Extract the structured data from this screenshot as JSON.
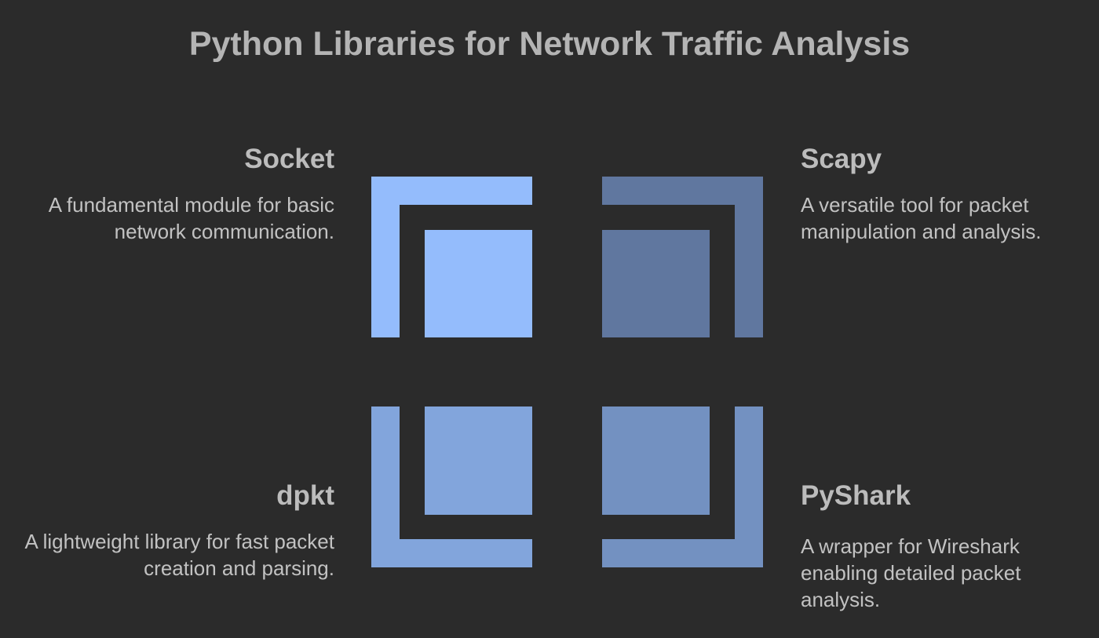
{
  "title": "Python Libraries for Network Traffic Analysis",
  "colors": {
    "background": "#2b2b2b",
    "socket": "#94bcfc",
    "scapy": "#60779f",
    "dpkt": "#82a5dc",
    "pyshark": "#7391c1"
  },
  "items": [
    {
      "name": "Socket",
      "description": "A fundamental module for basic network communication.",
      "color_key": "socket"
    },
    {
      "name": "Scapy",
      "description": "A versatile tool for packet manipulation and analysis.",
      "color_key": "scapy"
    },
    {
      "name": "dpkt",
      "description": "A lightweight library for fast packet creation and parsing.",
      "color_key": "dpkt"
    },
    {
      "name": "PyShark",
      "description": "A wrapper for Wireshark enabling detailed packet analysis.",
      "color_key": "pyshark"
    }
  ]
}
